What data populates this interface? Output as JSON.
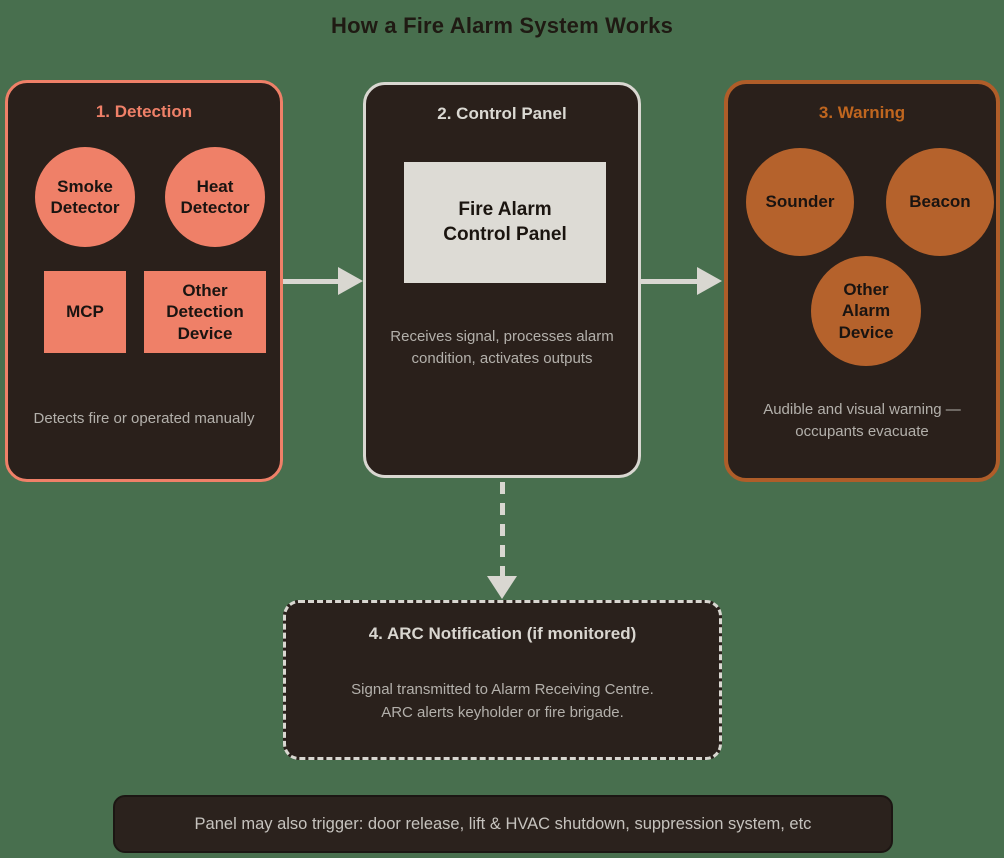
{
  "title": "How a Fire Alarm System Works",
  "colors": {
    "background_green": "#486f4e",
    "box_background": "#2a201b",
    "detection_accent": "#ef8068",
    "control_accent": "#d9d7d1",
    "warning_accent": "#b5622c",
    "caption_gray": "#b3b0ab",
    "panel_rect": "#dddbd5"
  },
  "stages": {
    "detection": {
      "title": "1. Detection",
      "nodes": [
        {
          "label": "Smoke\nDetector",
          "shape": "circle"
        },
        {
          "label": "Heat\nDetector",
          "shape": "circle"
        },
        {
          "label": "MCP",
          "shape": "rect"
        },
        {
          "label": "Other\nDetection\nDevice",
          "shape": "rect"
        }
      ],
      "caption": "Detects fire or operated manually"
    },
    "control_panel": {
      "title": "2. Control Panel",
      "panel_label": "Fire Alarm\nControl Panel",
      "caption": "Receives signal, processes alarm\ncondition, activates outputs"
    },
    "warning": {
      "title": "3. Warning",
      "nodes": [
        {
          "label": "Sounder",
          "shape": "circle"
        },
        {
          "label": "Beacon",
          "shape": "circle"
        },
        {
          "label": "Other\nAlarm\nDevice",
          "shape": "circle"
        }
      ],
      "caption": "Audible and visual warning —\noccupants evacuate"
    },
    "arc_notification": {
      "title": "4. ARC Notification (if monitored)",
      "caption": "Signal transmitted to Alarm Receiving Centre.\nARC alerts keyholder or fire brigade."
    }
  },
  "note": "Panel may also trigger: door release, lift & HVAC shutdown, suppression system, etc"
}
